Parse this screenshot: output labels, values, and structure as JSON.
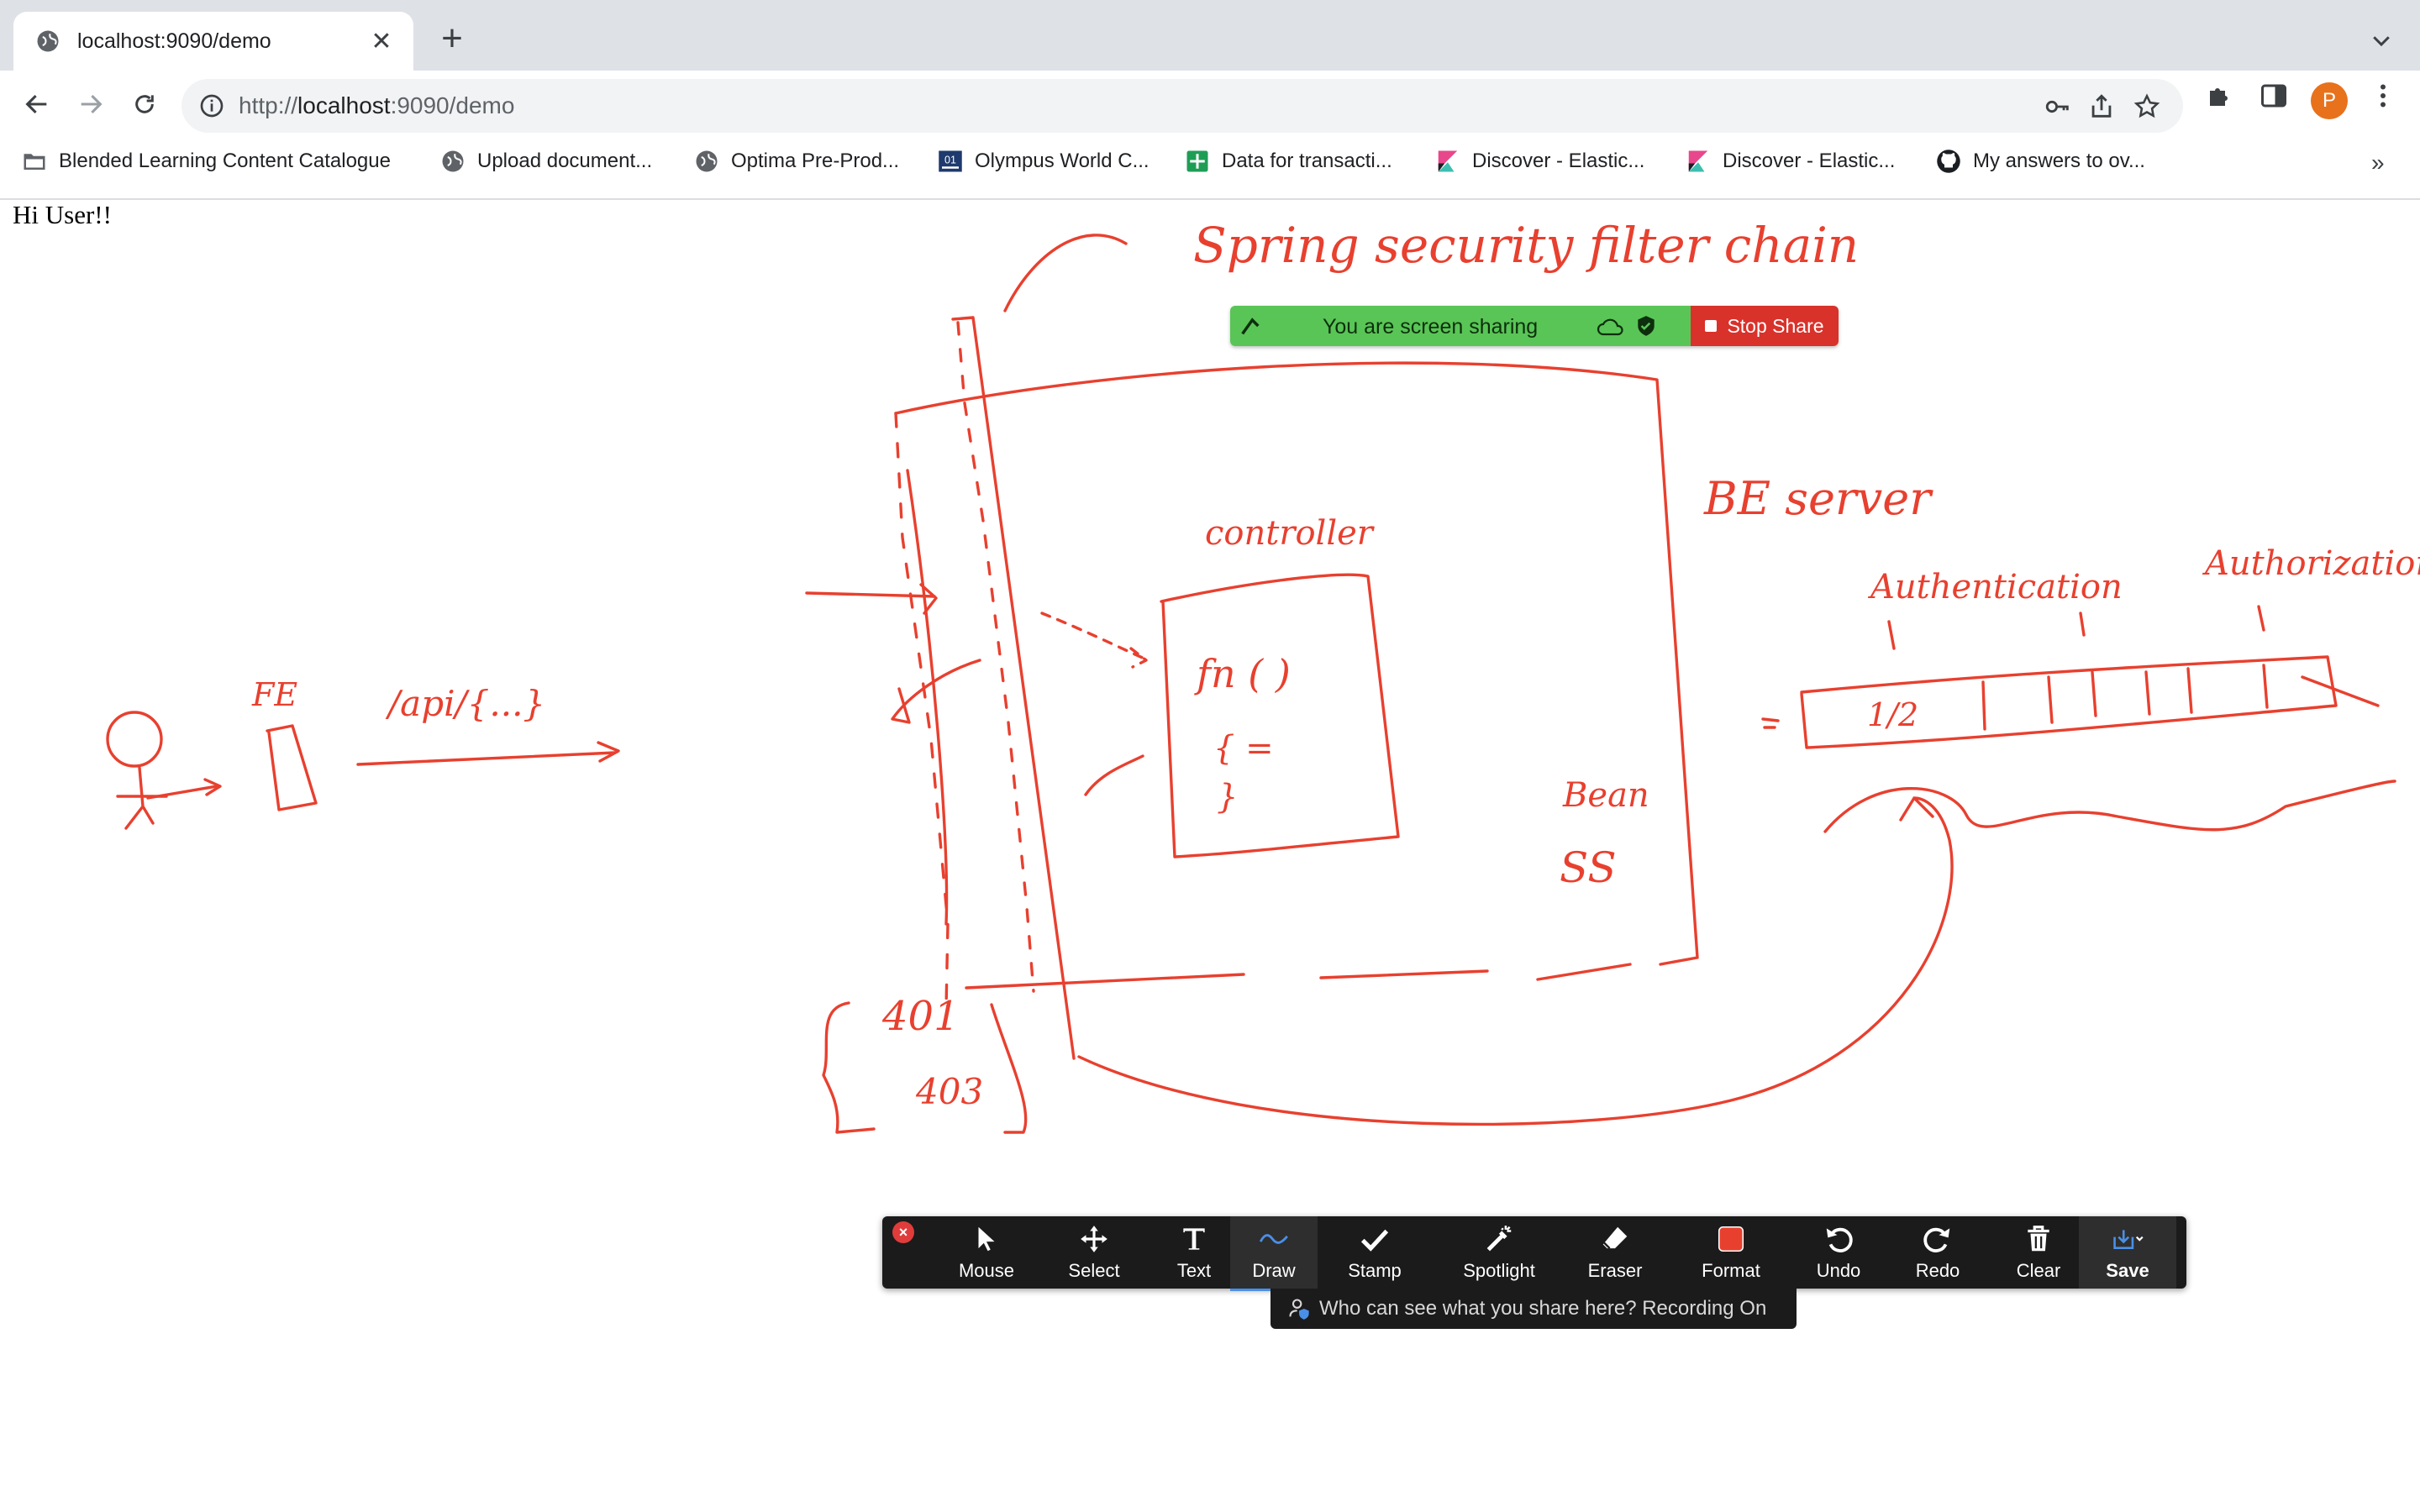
{
  "browser": {
    "tab_title": "localhost:9090/demo",
    "tab_close": "✕",
    "new_tab": "+",
    "url_scheme": "http://",
    "url_host": "localhost",
    "url_rest": ":9090/demo",
    "profile_initial": "P"
  },
  "bookmarks": [
    {
      "label": "Blended Learning Content Catalogue",
      "icon": "folder-icon"
    },
    {
      "label": "Upload document...",
      "icon": "globe-icon"
    },
    {
      "label": "Optima Pre-Prod...",
      "icon": "globe-icon"
    },
    {
      "label": "Olympus World C...",
      "icon": "olympus-icon"
    },
    {
      "label": "Data for transacti...",
      "icon": "sheets-icon"
    },
    {
      "label": "Discover - Elastic...",
      "icon": "kibana-icon"
    },
    {
      "label": "Discover - Elastic...",
      "icon": "kibana-icon"
    },
    {
      "label": "My answers to ov...",
      "icon": "github-icon"
    }
  ],
  "bookmarks_more": "»",
  "page": {
    "greeting": "Hi User!!"
  },
  "sketch": {
    "color": "#e8402f",
    "texts": {
      "title": "Spring security filter chain",
      "server": "BE server",
      "controller": "controller",
      "fn": "fn ( )",
      "brace_open": "{ =",
      "brace_close": "}",
      "authentication": "Authentication",
      "authorization": "Authorization",
      "fe": "FE",
      "api": "/api/{...}",
      "bean": "Bean",
      "ss": "SS",
      "err401": "401",
      "err403": "403",
      "half": "1/2"
    }
  },
  "share_banner": {
    "text": "You are screen sharing",
    "stop": "Stop Share"
  },
  "annotate": {
    "close": "×",
    "tools": [
      {
        "label": "Mouse",
        "icon": "mouse-pointer-icon"
      },
      {
        "label": "Select",
        "icon": "select-move-icon"
      },
      {
        "label": "Text",
        "icon": "text-icon"
      },
      {
        "label": "Draw",
        "icon": "draw-icon",
        "active": true
      },
      {
        "label": "Stamp",
        "icon": "stamp-check-icon"
      },
      {
        "label": "Spotlight",
        "icon": "spotlight-icon"
      },
      {
        "label": "Eraser",
        "icon": "eraser-icon"
      },
      {
        "label": "Format",
        "icon": "format-color-icon"
      },
      {
        "label": "Undo",
        "icon": "undo-icon"
      },
      {
        "label": "Redo",
        "icon": "redo-icon"
      },
      {
        "label": "Clear",
        "icon": "trash-icon"
      },
      {
        "label": "Save",
        "icon": "save-icon"
      }
    ],
    "recording": "Who can see what you share here? Recording On"
  },
  "colors": {
    "annotation_red": "#e8402f",
    "share_green": "#59c556",
    "stop_red": "#d8322b",
    "toolbar_dark": "#1b1b1b"
  }
}
